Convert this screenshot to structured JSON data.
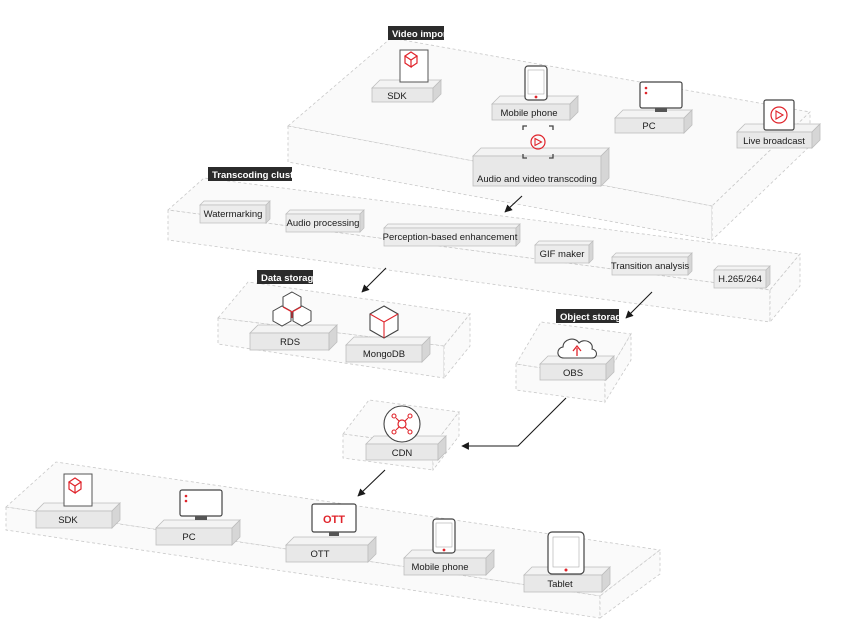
{
  "colors": {
    "accent": "#e0242b",
    "tag_bg": "#2b2b2b",
    "box_top": "#f3f3f3",
    "box_side": "#d6d6d6"
  },
  "groups": {
    "video_import": "Video import",
    "transcoding_cluster": "Transcoding cluster",
    "data_storage": "Data storage",
    "object_storage": "Object storage"
  },
  "video_import": {
    "sdk": "SDK",
    "mobile": "Mobile phone",
    "pc": "PC",
    "live": "Live broadcast",
    "transcoding": "Audio and video transcoding"
  },
  "transcoding": {
    "watermarking": "Watermarking",
    "audio_processing": "Audio processing",
    "perception": "Perception-based enhancement",
    "gif": "GIF maker",
    "transition": "Transition analysis",
    "h265": "H.265/264"
  },
  "storage": {
    "rds": "RDS",
    "mongodb": "MongoDB",
    "obs": "OBS"
  },
  "cdn": "CDN",
  "output": {
    "sdk": "SDK",
    "pc": "PC",
    "ott": "OTT",
    "ott_screen": "OTT",
    "mobile": "Mobile phone",
    "tablet": "Tablet"
  }
}
